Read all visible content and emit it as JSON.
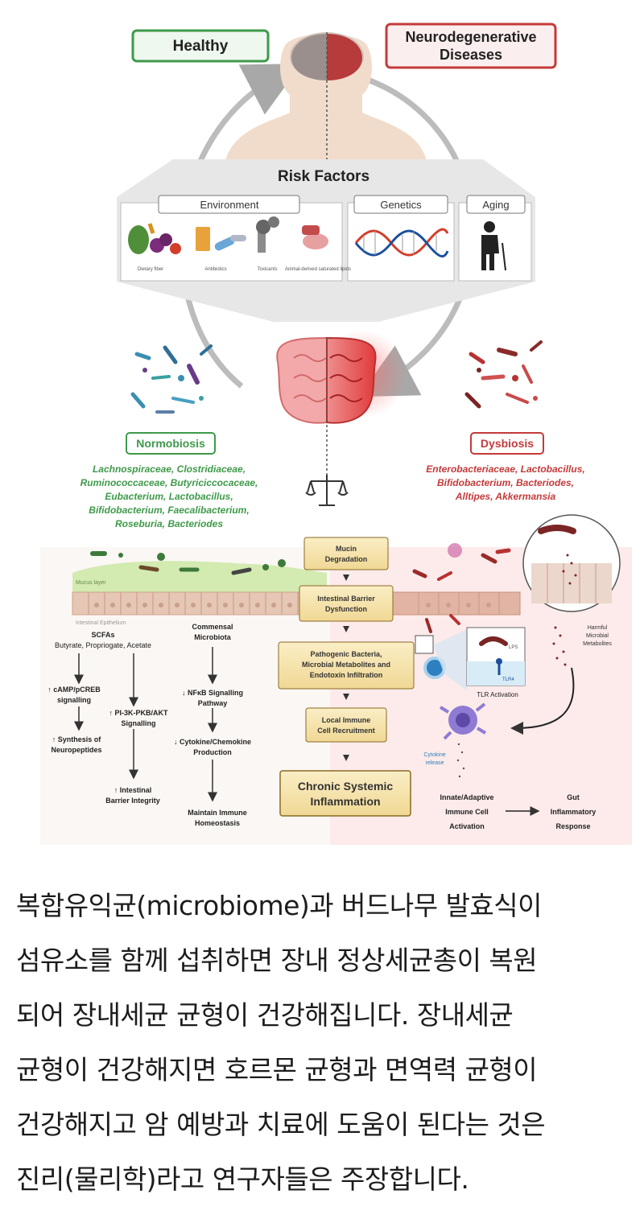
{
  "diagram": {
    "top": {
      "healthy": "Healthy",
      "neuro": "Neurodegenerative Diseases"
    },
    "risk": {
      "title": "Risk Factors",
      "environment": "Environment",
      "genetics": "Genetics",
      "aging": "Aging",
      "env_items": [
        "Dietary fiber",
        "Antibiotics",
        "Toxicants",
        "Animal-derived saturated lipids"
      ]
    },
    "normobiosis": {
      "label": "Normobiosis",
      "taxa_lines": [
        "Lachnospiraceae, Clostridiaceae,",
        "Ruminococcaceae, Butyriciccocaceae,",
        "Eubacterium, Lactobacillus,",
        "Bifidobacterium, Faecalibacterium,",
        "Roseburia, Bacteriodes"
      ]
    },
    "dysbiosis": {
      "label": "Dysbiosis",
      "taxa_lines": [
        "Enterobacteriaceae, Lactobacillus,",
        "Bifidobacterium, Bacteriodes,",
        "Alltipes, Akkermansia"
      ]
    },
    "layers": {
      "mucus": "Mucus layer",
      "epithelium": "Intestinal Epithelium"
    },
    "cascade": [
      [
        "Mucin",
        "Degradation"
      ],
      [
        "Intestinal Barrier",
        "Dysfunction"
      ],
      [
        "Pathogenic Bacteria,",
        "Microbial Metabolites and",
        "Endotoxin Infiltration"
      ],
      [
        "Local Immune",
        "Cell Recruitment"
      ],
      [
        "Chronic Systemic",
        "Inflammation"
      ]
    ],
    "left_pathway": {
      "scfas": "SCFAs",
      "scfas_sub": "Butyrate, Propriogate, Acetate",
      "camp": [
        "↑ cAMP/pCREB",
        "signalling"
      ],
      "pi3k": [
        "↑ PI-3K-PKB/AKT",
        "Signalling"
      ],
      "synthesis": [
        "↑ Synthesis of",
        "Neuropeptides"
      ],
      "barrier": [
        "↑ Intestinal",
        "Barrier Integrity"
      ],
      "commensal": [
        "Commensal",
        "Microbiota"
      ],
      "nfkb": [
        "↓ NFκB Signalling",
        "Pathway"
      ],
      "cytokine": [
        "↓ Cytokine/Chemokine",
        "Production"
      ],
      "homeostasis": [
        "Maintain Immune",
        "Homeostasis"
      ]
    },
    "right_pathway": {
      "harmful": [
        "Harmful",
        "Microbial",
        "Metabolites"
      ],
      "lps": "LPS",
      "tlr4": "TLR4",
      "tlr_activation": "TLR Activation",
      "cytokine_release": [
        "Cytokine",
        "release"
      ],
      "innate": [
        "Innate/Adaptive",
        "Immune Cell",
        "Activation"
      ],
      "gut": [
        "Gut",
        "Inflammatory",
        "Response"
      ]
    }
  },
  "caption_lines": [
    "복합유익균(microbiome)과 버드나무 발효식이",
    "섬유소를 함께 섭취하면 장내 정상세균총이 복원",
    "되어 장내세균  균형이 건강해집니다. 장내세균",
    "균형이 건강해지면 호르몬 균형과 면역력 균형이",
    "건강해지고 암 예방과 치료에 도움이 된다는 것은",
    "진리(물리학)라고 연구자들은 주장합니다."
  ],
  "colors": {
    "healthy_green": "#3e9a4a",
    "disease_red": "#c43a3a",
    "box_gold": "#f6e4b0",
    "box_border": "#8a6a22"
  }
}
